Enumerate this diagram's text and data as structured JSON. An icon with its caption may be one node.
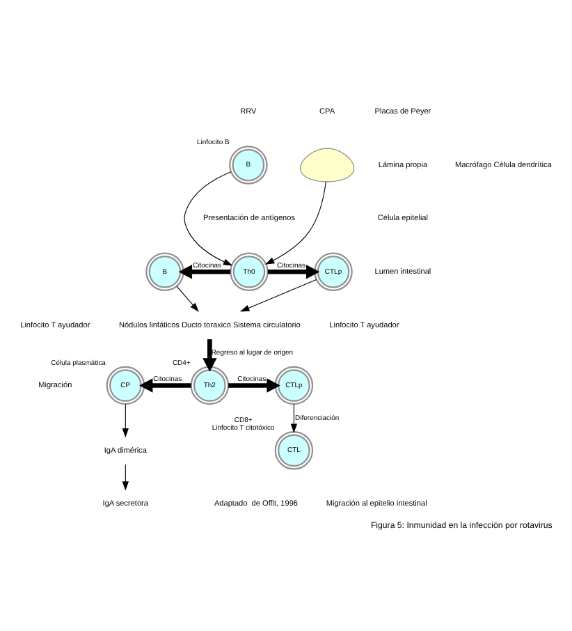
{
  "diagram": {
    "caption": "Figura 5: Inmunidad en la infección por rotavirus",
    "nodes": [
      {
        "text": [
          "B"
        ],
        "beside": [
          "Linfocito B"
        ]
      },
      {
        "text": [],
        "shape": "cloud"
      },
      {
        "text": [
          "B"
        ]
      },
      {
        "text": [
          "Th0"
        ]
      },
      {
        "text": [
          "CTLp"
        ]
      },
      {
        "text": [
          "Nódulos linfáticos Ducto toraxico Sistema circulatorio"
        ]
      },
      {
        "text": [
          "Th2"
        ],
        "beside": [
          "CD4+"
        ]
      },
      {
        "text": [
          "CP"
        ],
        "beside": [
          "Célula plasmática"
        ]
      },
      {
        "text": [
          "CTLp"
        ]
      },
      {
        "text": [
          "IgA dimérica"
        ]
      },
      {
        "text": [
          "IgA secretora"
        ]
      },
      {
        "text": [
          "CTL"
        ],
        "beside": [
          "CD8+",
          "Linfocito T citotóxico"
        ]
      }
    ],
    "edges": [
      {
        "from": 0,
        "to": 3,
        "arrow": "to"
      },
      {
        "from": 1,
        "to": 3,
        "arrow": "to"
      },
      {
        "from": 3,
        "to": 2,
        "label": "Citocinas",
        "arrow": "to",
        "style": "thick"
      },
      {
        "from": 3,
        "to": 4,
        "label": "Citocinas",
        "arrow": "to",
        "style": "thick"
      },
      {
        "from": 2,
        "to": 5,
        "arrow": "to"
      },
      {
        "from": 4,
        "to": 5,
        "arrow": "to"
      },
      {
        "from": 5,
        "to": 6,
        "label": "Regreso al lugar de origen",
        "arrow": "to",
        "style": "thick"
      },
      {
        "from": 6,
        "to": 7,
        "label": "Citocinas",
        "arrow": "to",
        "style": "thick"
      },
      {
        "from": 6,
        "to": 8,
        "label": "Citocinas",
        "arrow": "to",
        "style": "thick"
      },
      {
        "from": 7,
        "to": 9,
        "arrow": "to"
      },
      {
        "from": 9,
        "to": 10,
        "arrow": "to"
      },
      {
        "from": 8,
        "to": 11,
        "label": "Diferenciación",
        "arrow": "to"
      }
    ],
    "labels": [
      "CPA",
      "RRV",
      "Presentación de antígenos",
      "Placas de Peyer",
      "Macrófago Célula dendrítica",
      "Linfocito T ayudador",
      "Linfocito T ayudador",
      "Migración",
      "Lámina propia",
      "Célula epitelial",
      "Lumen intestinal",
      "Migración al epitelio intestinal",
      "Adaptado  de Offit, 1996"
    ]
  }
}
